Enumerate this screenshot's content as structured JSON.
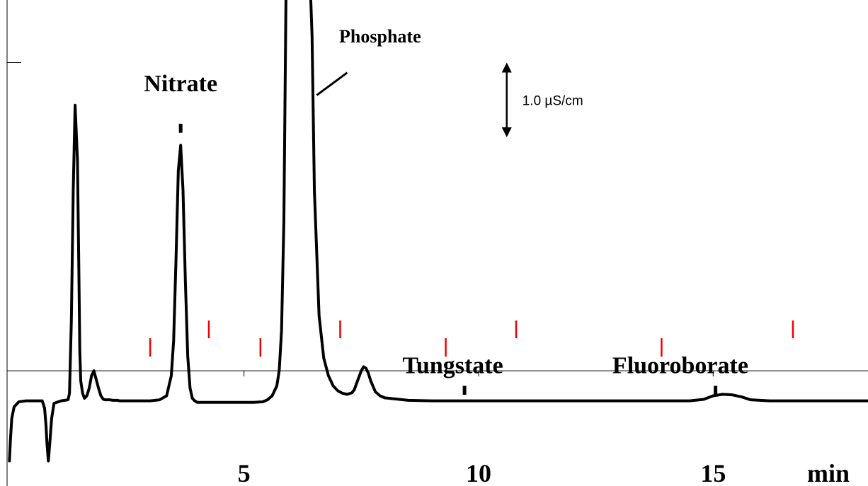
{
  "chart_data": {
    "type": "line",
    "title": "",
    "xlabel": "min",
    "ylabel": "",
    "xlim": [
      -0.05,
      18.3
    ],
    "ylim": [
      -2.3,
      7.4
    ],
    "x_ticks": [
      {
        "value": 5,
        "label": "5"
      },
      {
        "value": 10,
        "label": "10"
      },
      {
        "value": 15,
        "label": "15"
      }
    ],
    "y_tick_values": [
      6.15
    ],
    "grid": false,
    "legend": "none",
    "scale_bar": {
      "label": "1.0 µS/cm",
      "x": 10.6,
      "y_top": 6.15,
      "y_bottom": 4.66,
      "delta": 1.0
    },
    "series": [
      {
        "color": "#000000",
        "x": [
          0.0,
          0.02,
          0.05,
          0.1,
          0.2,
          0.35,
          0.5,
          0.7,
          0.75,
          0.78,
          0.8,
          0.83,
          0.86,
          0.9,
          0.95,
          1.1,
          1.25,
          1.28,
          1.32,
          1.36,
          1.4,
          1.45,
          1.48,
          1.5,
          1.52,
          1.56,
          1.6,
          1.65,
          1.7,
          1.75,
          1.8,
          1.9,
          1.95,
          2.0,
          2.05,
          2.1,
          2.15,
          2.2,
          2.25,
          2.3,
          2.35,
          2.4,
          2.5,
          2.7,
          3.0,
          3.2,
          3.35,
          3.45,
          3.5,
          3.55,
          3.6,
          3.65,
          3.7,
          3.75,
          3.8,
          3.85,
          3.9,
          3.95,
          4.0,
          4.2,
          4.5,
          4.8,
          5.0,
          5.2,
          5.4,
          5.5,
          5.6,
          5.7,
          5.75,
          5.8,
          5.85,
          5.9,
          5.95,
          6.0,
          6.05,
          6.1,
          6.2,
          6.3,
          6.4,
          6.45,
          6.5,
          6.6,
          6.7,
          6.8,
          6.9,
          7.0,
          7.1,
          7.2,
          7.3,
          7.35,
          7.4,
          7.5,
          7.55,
          7.6,
          7.65,
          7.7,
          7.8,
          7.9,
          8.0,
          8.2,
          8.5,
          9.0,
          10.0,
          11.0,
          12.0,
          13.0,
          14.0,
          14.5,
          14.8,
          15.0,
          15.2,
          15.4,
          15.6,
          15.8,
          16.2,
          17.0,
          18.3
        ],
        "values": [
          -1.8,
          -1.4,
          -0.95,
          -0.72,
          -0.62,
          -0.6,
          -0.6,
          -0.6,
          -0.75,
          -1.1,
          -1.45,
          -1.8,
          -1.45,
          -0.95,
          -0.65,
          -0.6,
          -0.58,
          -0.45,
          1.0,
          3.6,
          5.3,
          4.2,
          2.0,
          0.4,
          -0.2,
          -0.45,
          -0.55,
          -0.5,
          -0.35,
          -0.1,
          0.0,
          -0.35,
          -0.5,
          -0.57,
          -0.58,
          -0.58,
          -0.58,
          -0.59,
          -0.59,
          -0.59,
          -0.6,
          -0.6,
          -0.6,
          -0.6,
          -0.6,
          -0.58,
          -0.5,
          -0.1,
          0.6,
          2.2,
          4.0,
          4.5,
          3.6,
          1.8,
          0.3,
          -0.35,
          -0.55,
          -0.6,
          -0.63,
          -0.63,
          -0.63,
          -0.63,
          -0.63,
          -0.63,
          -0.62,
          -0.58,
          -0.5,
          -0.3,
          0.0,
          0.8,
          3.0,
          8.0,
          8.0,
          8.0,
          8.0,
          8.0,
          8.0,
          8.0,
          8.0,
          6.7,
          3.6,
          1.1,
          0.25,
          -0.1,
          -0.3,
          -0.4,
          -0.45,
          -0.47,
          -0.44,
          -0.38,
          -0.25,
          0.0,
          0.08,
          0.05,
          -0.05,
          -0.2,
          -0.42,
          -0.5,
          -0.54,
          -0.56,
          -0.59,
          -0.6,
          -0.6,
          -0.6,
          -0.6,
          -0.6,
          -0.6,
          -0.6,
          -0.57,
          -0.5,
          -0.47,
          -0.48,
          -0.52,
          -0.58,
          -0.6,
          -0.6,
          -0.6
        ]
      }
    ],
    "annotations": [
      {
        "text": "Nitrate",
        "x": 3.65,
        "y": 5.58,
        "size": "large"
      },
      {
        "text": "Phosphate",
        "x": 7.9,
        "y": 6.55,
        "size": "medium"
      },
      {
        "text": "Tungstate",
        "x": 9.45,
        "y": -0.05,
        "size": "large"
      },
      {
        "text": "Fluoroborate",
        "x": 14.3,
        "y": -0.05,
        "size": "large"
      }
    ],
    "peak_markers": [
      {
        "x": 3.65,
        "y_top": 4.93,
        "y_bottom": 4.75
      },
      {
        "x": 9.7,
        "y_top": -0.3,
        "y_bottom": -0.48
      },
      {
        "x": 15.05,
        "y_top": -0.3,
        "y_bottom": -0.48
      }
    ],
    "integration_marks": [
      {
        "x": 3.0,
        "side": "below"
      },
      {
        "x": 4.25,
        "side": "above"
      },
      {
        "x": 5.35,
        "side": "below"
      },
      {
        "x": 7.05,
        "side": "above"
      },
      {
        "x": 9.3,
        "side": "below"
      },
      {
        "x": 10.8,
        "side": "above"
      },
      {
        "x": 13.9,
        "side": "below"
      },
      {
        "x": 16.7,
        "side": "above"
      }
    ],
    "integration_mark_color": "#ee0000",
    "leader_line": {
      "x1": 6.55,
      "y1": 5.5,
      "x2": 7.2,
      "y2": 5.95
    }
  }
}
